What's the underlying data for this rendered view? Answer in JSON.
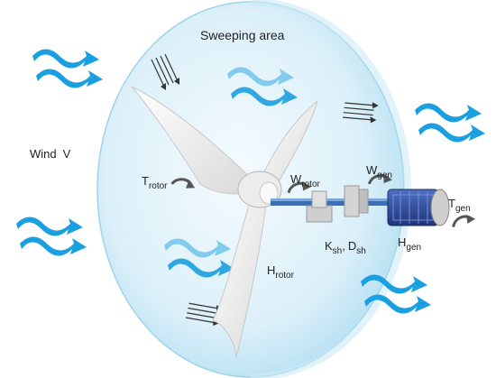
{
  "labels": {
    "sweeping_area": "Sweeping area",
    "wind": "Wind",
    "wind_symbol": "V",
    "t_rotor": "T",
    "t_rotor_sub": "rotor",
    "w_rotor": "W",
    "w_rotor_sub": "rotor",
    "w_gen": "W",
    "w_gen_sub": "gen",
    "t_gen": "T",
    "t_gen_sub": "gen",
    "k_sh": "K",
    "k_sh_sub": "sh",
    "separator": ",",
    "d_sh": "D",
    "d_sh_sub": "sh",
    "h_gen": "H",
    "h_gen_sub": "gen",
    "h_rotor": "H",
    "h_rotor_sub": "rotor"
  },
  "colors": {
    "wind_arrow": "#1a9fe0",
    "disc_fill": "#d6eef8",
    "disc_edge": "#8ccbe8",
    "blade": "#f2f2f2",
    "generator": "#2d4a9c",
    "shaft": "#3a6fb8"
  },
  "icons": [
    "wind-arrow-icon",
    "rotation-arrow-icon",
    "airflow-lines-icon",
    "generator-icon",
    "gearbox-icon"
  ]
}
